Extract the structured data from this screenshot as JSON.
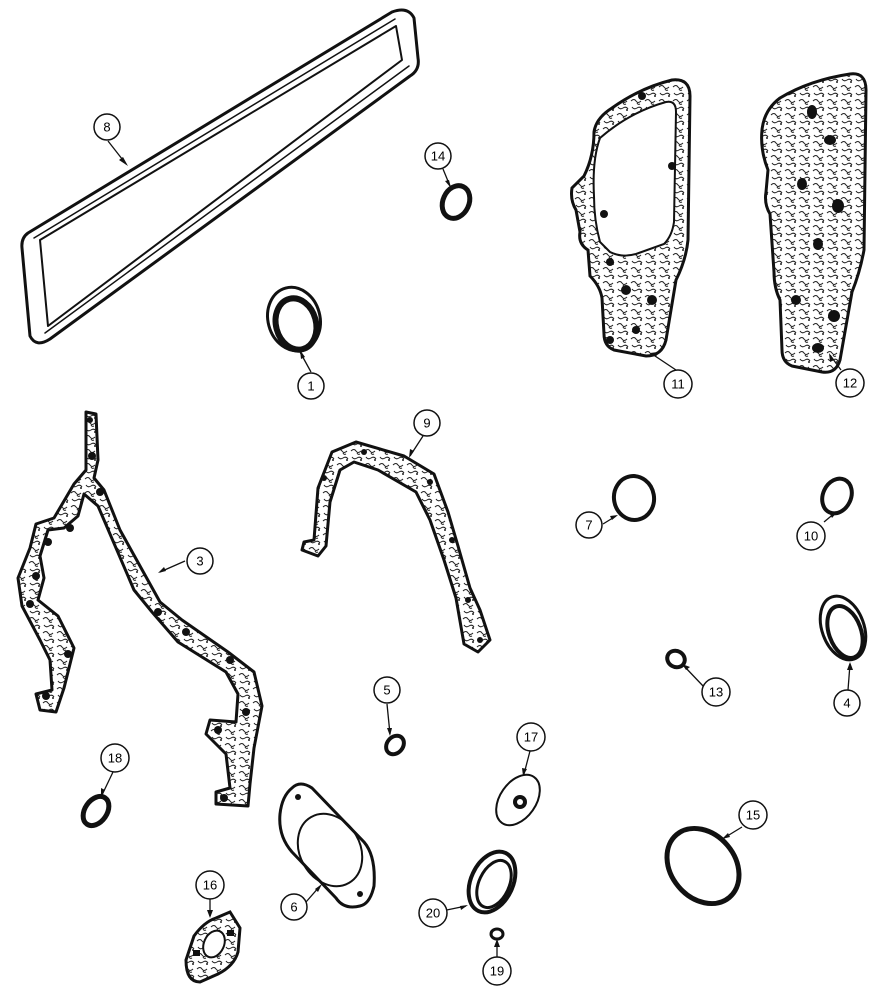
{
  "diagram": {
    "callouts": [
      {
        "key": "c1",
        "label": "1"
      },
      {
        "key": "c3",
        "label": "3"
      },
      {
        "key": "c4",
        "label": "4"
      },
      {
        "key": "c5",
        "label": "5"
      },
      {
        "key": "c6",
        "label": "6"
      },
      {
        "key": "c7",
        "label": "7"
      },
      {
        "key": "c8",
        "label": "8"
      },
      {
        "key": "c9",
        "label": "9"
      },
      {
        "key": "c10",
        "label": "10"
      },
      {
        "key": "c11",
        "label": "11"
      },
      {
        "key": "c12",
        "label": "12"
      },
      {
        "key": "c13",
        "label": "13"
      },
      {
        "key": "c14",
        "label": "14"
      },
      {
        "key": "c15",
        "label": "15"
      },
      {
        "key": "c16",
        "label": "16"
      },
      {
        "key": "c17",
        "label": "17"
      },
      {
        "key": "c18",
        "label": "18"
      },
      {
        "key": "c19",
        "label": "19"
      },
      {
        "key": "c20",
        "label": "20"
      }
    ]
  },
  "colors": {
    "ink": "#111111",
    "background": "#ffffff"
  }
}
